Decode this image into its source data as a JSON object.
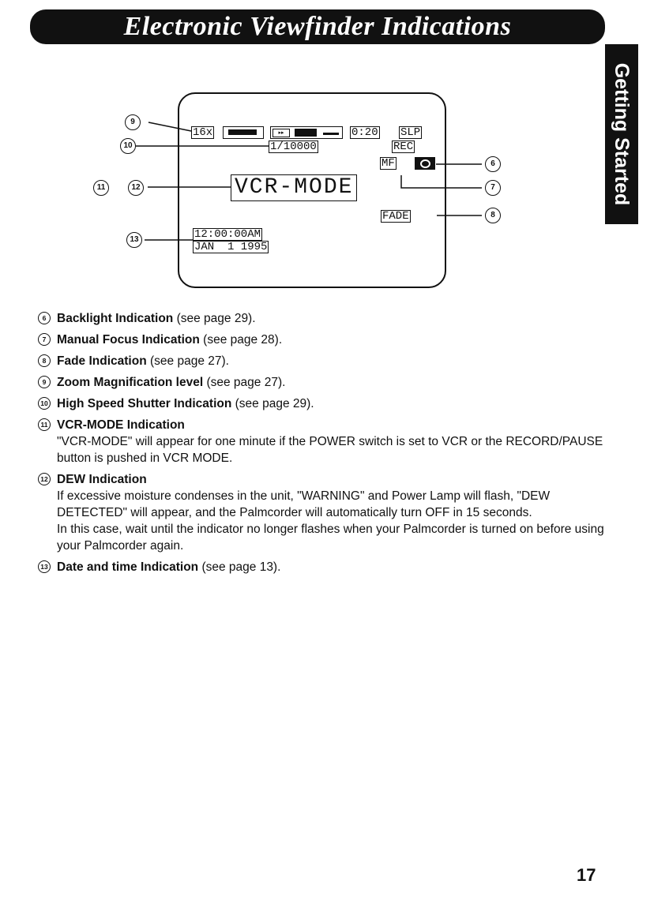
{
  "header": {
    "title": "Electronic Viewfinder Indications"
  },
  "side_tab": {
    "label": "Getting Started"
  },
  "viewfinder": {
    "zoom": "16x",
    "time_remaining": "0:20",
    "tape_speed": "SLP",
    "shutter": "1/10000",
    "rec": "REC",
    "mf": "MF",
    "mode": "VCR-MODE",
    "fade": "FADE",
    "time": "12:00:00AM",
    "date": "JAN  1 1995"
  },
  "callouts": {
    "n6": "6",
    "n7": "7",
    "n8": "8",
    "n9": "9",
    "n10": "10",
    "n11": "11",
    "n12": "12",
    "n13": "13"
  },
  "legend": [
    {
      "num": "6",
      "title": "Backlight Indication",
      "rest": " (see page 29)."
    },
    {
      "num": "7",
      "title": "Manual Focus Indication",
      "rest": " (see page 28)."
    },
    {
      "num": "8",
      "title": "Fade Indication",
      "rest": " (see page 27)."
    },
    {
      "num": "9",
      "title": "Zoom Magnification level",
      "rest": " (see page 27)."
    },
    {
      "num": "10",
      "title": "High Speed Shutter Indication",
      "rest": " (see page 29)."
    },
    {
      "num": "11",
      "title": "VCR-MODE Indication",
      "desc": "\"VCR-MODE\" will appear for one minute if the POWER switch is set to VCR or the RECORD/PAUSE button is pushed in VCR MODE."
    },
    {
      "num": "12",
      "title": "DEW Indication",
      "desc": "If excessive moisture condenses in the unit, \"WARNING\" and Power Lamp will flash, \"DEW DETECTED\" will appear, and the Palmcorder will automatically turn OFF in 15 seconds.",
      "desc2": "In this case, wait until the indicator no longer flashes when your Palmcorder is turned on before using your Palmcorder again."
    },
    {
      "num": "13",
      "title": "Date and time Indication",
      "rest": " (see page 13)."
    }
  ],
  "page_number": "17"
}
